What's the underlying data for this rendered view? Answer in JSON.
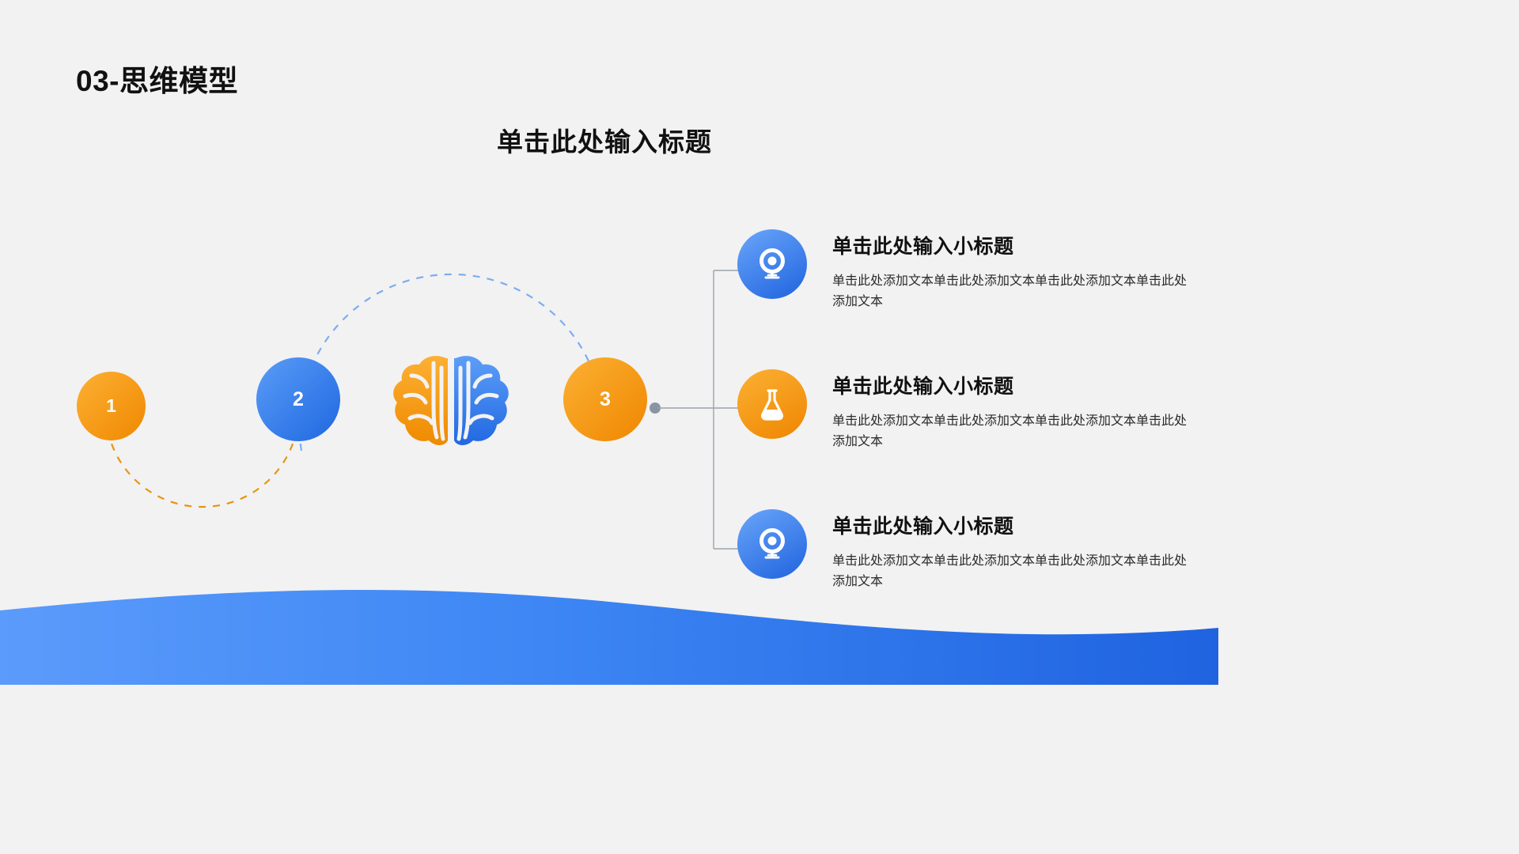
{
  "slide": {
    "background_color": "#f2f2f2",
    "section_label": "03-思维模型",
    "main_heading": "单击此处输入标题"
  },
  "diagram": {
    "nodes": [
      {
        "label": "1",
        "color": "#f59b18",
        "name": "step-node-1"
      },
      {
        "label": "2",
        "color": "#2f7bea",
        "name": "step-node-2"
      },
      {
        "label": "3",
        "color": "#f59b18",
        "name": "step-node-3"
      }
    ],
    "brain_icon": "brain-icon",
    "arrow_left_color": "#e8940f",
    "arrow_right_color": "#7badf0"
  },
  "content": {
    "items": [
      {
        "icon": "webcam-icon",
        "icon_style": "blue",
        "title": "单击此处输入小标题",
        "body": "单击此处添加文本单击此处添加文本单击此处添加文本单击此处添加文本"
      },
      {
        "icon": "flask-icon",
        "icon_style": "orange",
        "title": "单击此处输入小标题",
        "body": "单击此处添加文本单击此处添加文本单击此处添加文本单击此处添加文本"
      },
      {
        "icon": "webcam-icon",
        "icon_style": "blue",
        "title": "单击此处输入小标题",
        "body": "单击此处添加文本单击此处添加文本单击此处添加文本单击此处添加文本"
      }
    ]
  },
  "decoration": {
    "wave_color_start": "#3f86f5",
    "wave_color_end": "#1e63e0",
    "connector_color": "#9aa3ad"
  }
}
